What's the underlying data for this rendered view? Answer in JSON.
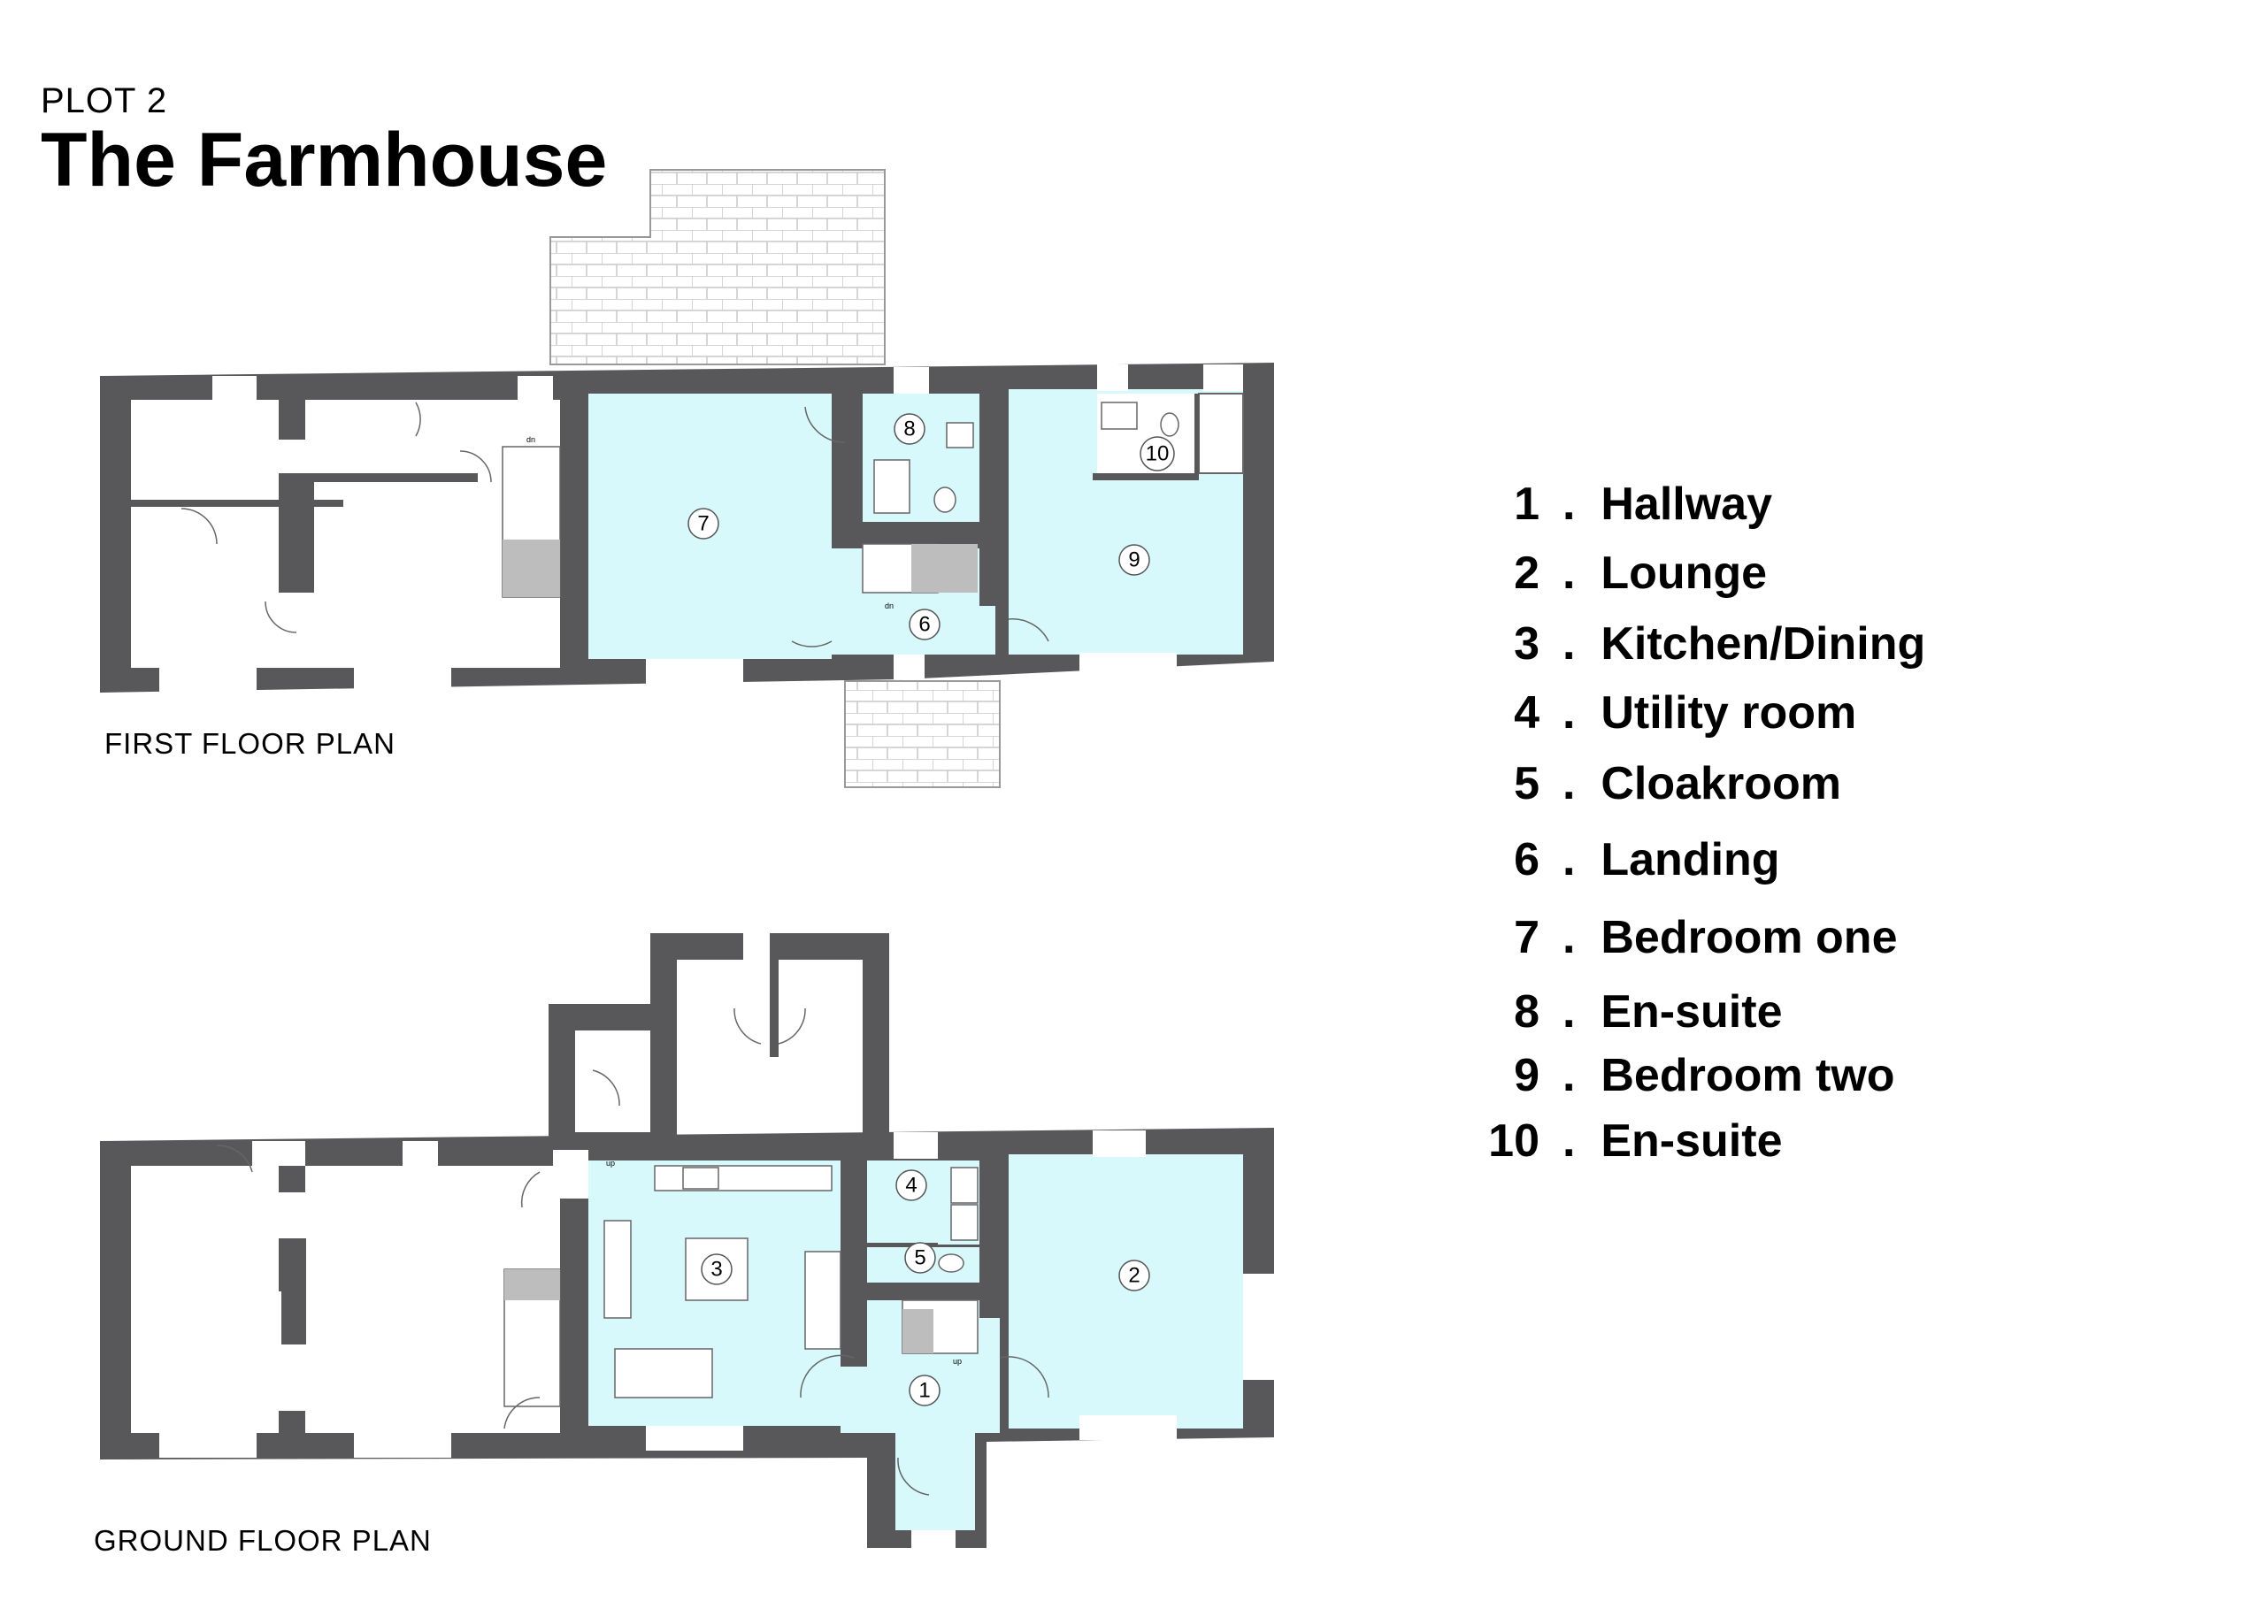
{
  "header": {
    "plot": "PLOT 2",
    "title": "The Farmhouse"
  },
  "plans": {
    "first_floor_caption": "FIRST FLOOR PLAN",
    "ground_floor_caption": "GROUND FLOOR PLAN",
    "stair_labels": {
      "down": "dn",
      "up": "up"
    }
  },
  "rooms": [
    {
      "number": "1",
      "name": "Hallway"
    },
    {
      "number": "2",
      "name": "Lounge"
    },
    {
      "number": "3",
      "name": "Kitchen/Dining"
    },
    {
      "number": "4",
      "name": "Utility room"
    },
    {
      "number": "5",
      "name": "Cloakroom"
    },
    {
      "number": "6",
      "name": "Landing"
    },
    {
      "number": "7",
      "name": "Bedroom one"
    },
    {
      "number": "8",
      "name": "En-suite"
    },
    {
      "number": "9",
      "name": "Bedroom two"
    },
    {
      "number": "10",
      "name": "En-suite"
    }
  ],
  "colors": {
    "wall": "#58585a",
    "room_fill": "#d7f9fb",
    "stair_fill": "#bdbdbd",
    "paving_line": "#c8c8c8"
  }
}
